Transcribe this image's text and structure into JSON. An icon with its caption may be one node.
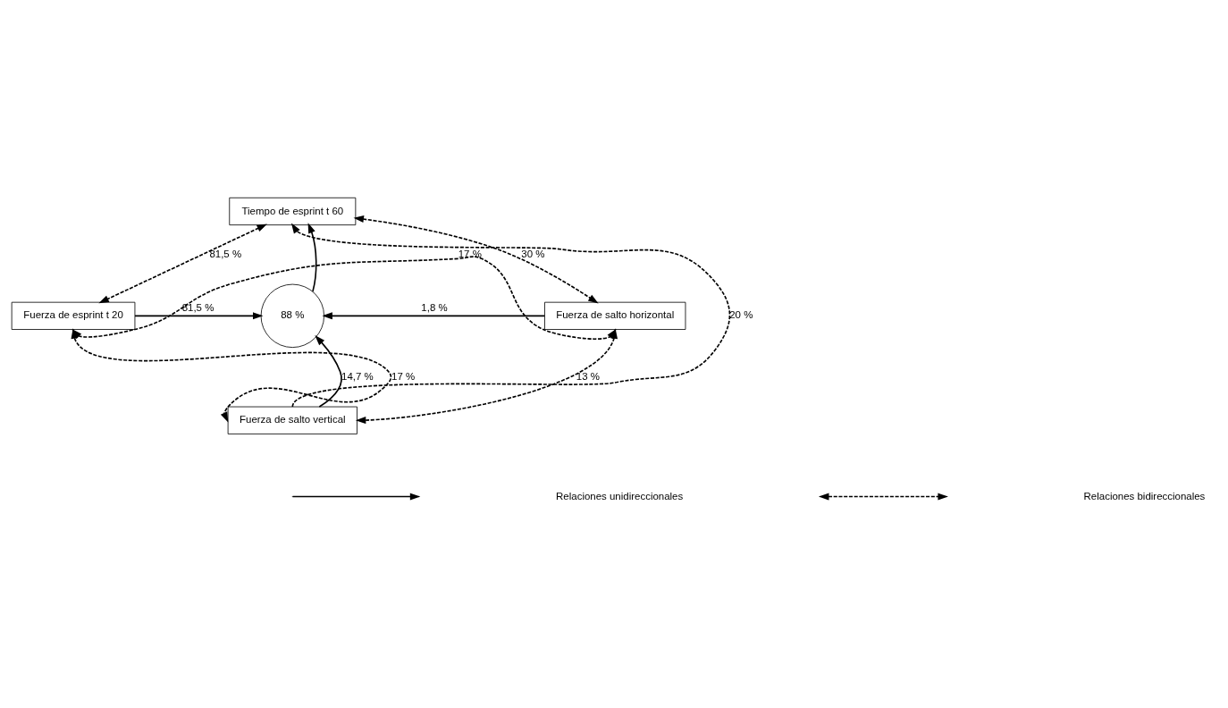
{
  "diagram": {
    "nodes": [
      {
        "text": [
          "Tiempo de esprint t 60"
        ]
      },
      {
        "text": [
          "88 %"
        ]
      },
      {
        "text": [
          "Fuerza de esprint t 20"
        ]
      },
      {
        "text": [
          "Fuerza de salto horizontal"
        ]
      },
      {
        "text": [
          "Fuerza de salto vertical"
        ]
      }
    ],
    "edges": [
      {
        "from": 0,
        "to": 2,
        "arrow": "both",
        "style": "dashed",
        "label": "81,5 %"
      },
      {
        "from": 0,
        "to": 3,
        "arrow": "both",
        "style": "dashed",
        "label": "30 %"
      },
      {
        "from": 4,
        "to": 0,
        "arrow": "to",
        "style": "dashed",
        "label": "20 %"
      },
      {
        "from": 1,
        "to": 0,
        "arrow": "to"
      },
      {
        "from": 2,
        "to": 1,
        "arrow": "to",
        "label": "81,5 %"
      },
      {
        "from": 3,
        "to": 1,
        "arrow": "to",
        "label": "1,8 %"
      },
      {
        "from": 4,
        "to": 1,
        "arrow": "to",
        "label": "14,7 %"
      },
      {
        "from": 2,
        "to": 4,
        "arrow": "both",
        "style": "dashed",
        "label": "17 %"
      },
      {
        "from": 3,
        "to": 4,
        "arrow": "both",
        "style": "dashed",
        "label": "13 %"
      },
      {
        "from": 2,
        "to": 3,
        "arrow": "both",
        "style": "dashed",
        "label": "17 %"
      }
    ],
    "legend": [
      {
        "text": "Relaciones unidireccionales"
      },
      {
        "text": "Relaciones bidireccionales"
      }
    ]
  }
}
